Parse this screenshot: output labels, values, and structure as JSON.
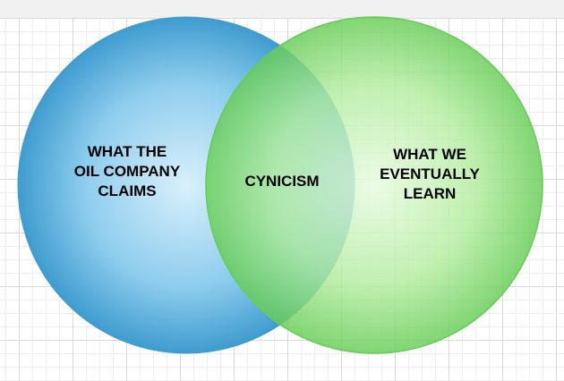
{
  "diagram": {
    "left_circle": {
      "label": "WHAT THE OIL COMPANY CLAIMS",
      "color": "#4aa6d8"
    },
    "right_circle": {
      "label": "WHAT WE EVENTUALLY LEARN",
      "color": "#6bd35a"
    },
    "intersection": {
      "label": "CYNICISM"
    }
  }
}
